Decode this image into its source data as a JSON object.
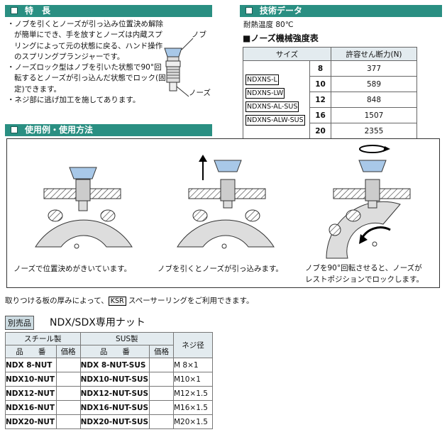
{
  "features": {
    "title": "特　長",
    "items": [
      "・ノブを引くとノーズが引っ込み位置決め解除が簡単にでき、手を放すとノーズは内蔵スプリングによって元の状態に戻る、ハンド操作のスプリングプランジャーです。",
      "・ノーズロック型はノブを引いた状態で90°回転するとノーズが引っ込んだ状態でロック(固定)できます。",
      "・ネジ部に逃げ加工を施してあります。"
    ],
    "label_knob": "ノブ",
    "label_nose": "ノーズ"
  },
  "tech": {
    "title": "技術データ",
    "temp": "耐熱温度 80℃",
    "table_title": "■ノーズ機械強度表",
    "col_size": "サイズ",
    "col_force": "許容せん断力(N)",
    "models": [
      "NDXNS-L",
      "NDXNS-LW",
      "NDXNS-AL-SUS",
      "NDXNS-ALW-SUS"
    ],
    "sizes": [
      "8",
      "10",
      "12",
      "16",
      "20"
    ],
    "forces": [
      "377",
      "589",
      "848",
      "1507",
      "2355"
    ]
  },
  "usage": {
    "title": "使用例・使用方法",
    "cap1": "ノーズで位置決めがきいています。",
    "cap2": "ノブを引くとノーズが引っ込みます。",
    "cap3a": "ノブを90°回転させると、ノーズが",
    "cap3b": "レストポジションでロックします。"
  },
  "note": {
    "pre": "取りつける板の厚みによって、",
    "badge": "KSR",
    "post": " スペーサーリングをご利用できます。"
  },
  "nut": {
    "badge": "別売品",
    "title": "NDX/SDX専用ナット",
    "steel": "スチール製",
    "sus": "SUS製",
    "thread": "ネジ径",
    "part": "品　　番",
    "price": "価格",
    "rows": [
      {
        "steel": "NDX  8-NUT",
        "sus": "NDX  8-NUT-SUS",
        "thread": "M  8×1"
      },
      {
        "steel": "NDX10-NUT",
        "sus": "NDX10-NUT-SUS",
        "thread": "M10×1"
      },
      {
        "steel": "NDX12-NUT",
        "sus": "NDX12-NUT-SUS",
        "thread": "M12×1.5"
      },
      {
        "steel": "NDX16-NUT",
        "sus": "NDX16-NUT-SUS",
        "thread": "M16×1.5"
      },
      {
        "steel": "NDX20-NUT",
        "sus": "NDX20-NUT-SUS",
        "thread": "M20×1.5"
      }
    ]
  }
}
